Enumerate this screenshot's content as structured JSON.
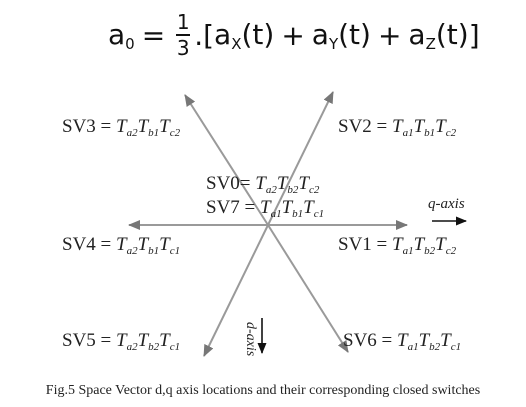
{
  "equation": {
    "lhs": "a",
    "lhs_sub": "0",
    "equals": "=",
    "numerator": "1",
    "denominator": "3",
    "dot": ".",
    "open": "[",
    "term_x": "a",
    "sub_x": "X",
    "arg_x": "(t)",
    "plus1": "+",
    "term_y": "a",
    "sub_y": "Y",
    "arg_y": "(t)",
    "plus2": "+",
    "term_z": "a",
    "sub_z": "Z",
    "arg_z": "(t)",
    "close": "]"
  },
  "vectors": {
    "sv3": {
      "name": "SV3",
      "eq": "=",
      "t1": "T",
      "s1": "a2",
      "t2": "T",
      "s2": "b1",
      "t3": "T",
      "s3": "c2"
    },
    "sv2": {
      "name": "SV2",
      "eq": "=",
      "t1": "T",
      "s1": "a1",
      "t2": "T",
      "s2": "b1",
      "t3": "T",
      "s3": "c2"
    },
    "sv0": {
      "name": "SV0",
      "eq": "=",
      "t1": "T",
      "s1": "a2",
      "t2": "T",
      "s2": "b2",
      "t3": "T",
      "s3": "c2"
    },
    "sv7": {
      "name": "SV7",
      "eq": "=",
      "t1": "T",
      "s1": "a1",
      "t2": "T",
      "s2": "b1",
      "t3": "T",
      "s3": "c1"
    },
    "sv4": {
      "name": "SV4",
      "eq": "=",
      "t1": "T",
      "s1": "a2",
      "t2": "T",
      "s2": "b1",
      "t3": "T",
      "s3": "c1"
    },
    "sv1": {
      "name": "SV1",
      "eq": "=",
      "t1": "T",
      "s1": "a1",
      "t2": "T",
      "s2": "b2",
      "t3": "T",
      "s3": "c2"
    },
    "sv5": {
      "name": "SV5",
      "eq": "=",
      "t1": "T",
      "s1": "a2",
      "t2": "T",
      "s2": "b2",
      "t3": "T",
      "s3": "c1"
    },
    "sv6": {
      "name": "SV6",
      "eq": "=",
      "t1": "T",
      "s1": "a1",
      "t2": "T",
      "s2": "b2",
      "t3": "T",
      "s3": "c1"
    }
  },
  "axes": {
    "q_label": "q-axis",
    "d_label": "d-axis"
  },
  "caption": "Fig.5 Space Vector d,q axis locations and their corresponding closed switches",
  "colors": {
    "vector_line": "#9a9a9a",
    "arrowhead": "#777777",
    "axis_arrow": "#111111",
    "text": "#222222"
  }
}
